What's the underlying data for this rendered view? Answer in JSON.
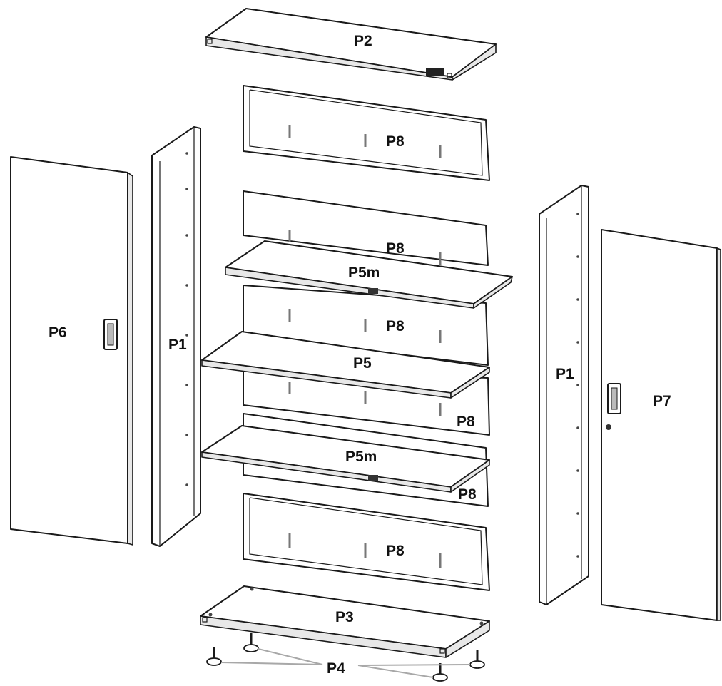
{
  "labels": {
    "top_panel": "P2",
    "back_panel_1": "P8",
    "back_panel_2": "P8",
    "back_panel_3": "P8",
    "back_panel_4": "P8",
    "back_panel_5": "P8",
    "back_panel_6": "P8",
    "shelf_upper": "P5m",
    "shelf_middle": "P5",
    "shelf_lower": "P5m",
    "side_panel_left": "P1",
    "side_panel_right": "P1",
    "door_left": "P6",
    "door_right": "P7",
    "bottom_panel": "P3",
    "leveling_feet": "P4"
  }
}
